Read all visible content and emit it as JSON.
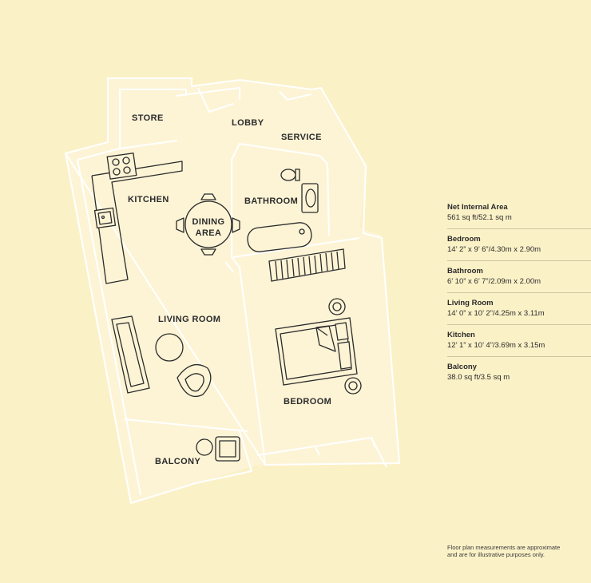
{
  "rooms": {
    "store": "STORE",
    "lobby": "LOBBY",
    "service": "SERVICE",
    "kitchen": "KITCHEN",
    "bathroom": "BATHROOM",
    "dining_line1": "DINING",
    "dining_line2": "AREA",
    "living": "LIVING ROOM",
    "bedroom": "BEDROOM",
    "balcony": "BALCONY"
  },
  "specs": [
    {
      "name": "Net Internal Area",
      "value": "561 sq ft/52.1 sq m"
    },
    {
      "name": "Bedroom",
      "value": "14’ 2” x 9’ 6”/4.30m x 2.90m"
    },
    {
      "name": "Bathroom",
      "value": "6’ 10” x 6’ 7”/2.09m x 2.00m"
    },
    {
      "name": "Living Room",
      "value": "14’ 0” x 10’ 2”/4.25m x 3.11m"
    },
    {
      "name": "Kitchen",
      "value": "12’ 1” x 10’ 4”/3.69m x 3.15m"
    },
    {
      "name": "Balcony",
      "value": "38.0 sq ft/3.5 sq m"
    }
  ],
  "disclaimer": {
    "line1": "Floor plan measurements are approximate",
    "line2": "and are for illustrative purposes only."
  },
  "colors": {
    "background": "#fbf1c7",
    "walls": "#ffffff",
    "fixtures": "#2b2b2b"
  }
}
